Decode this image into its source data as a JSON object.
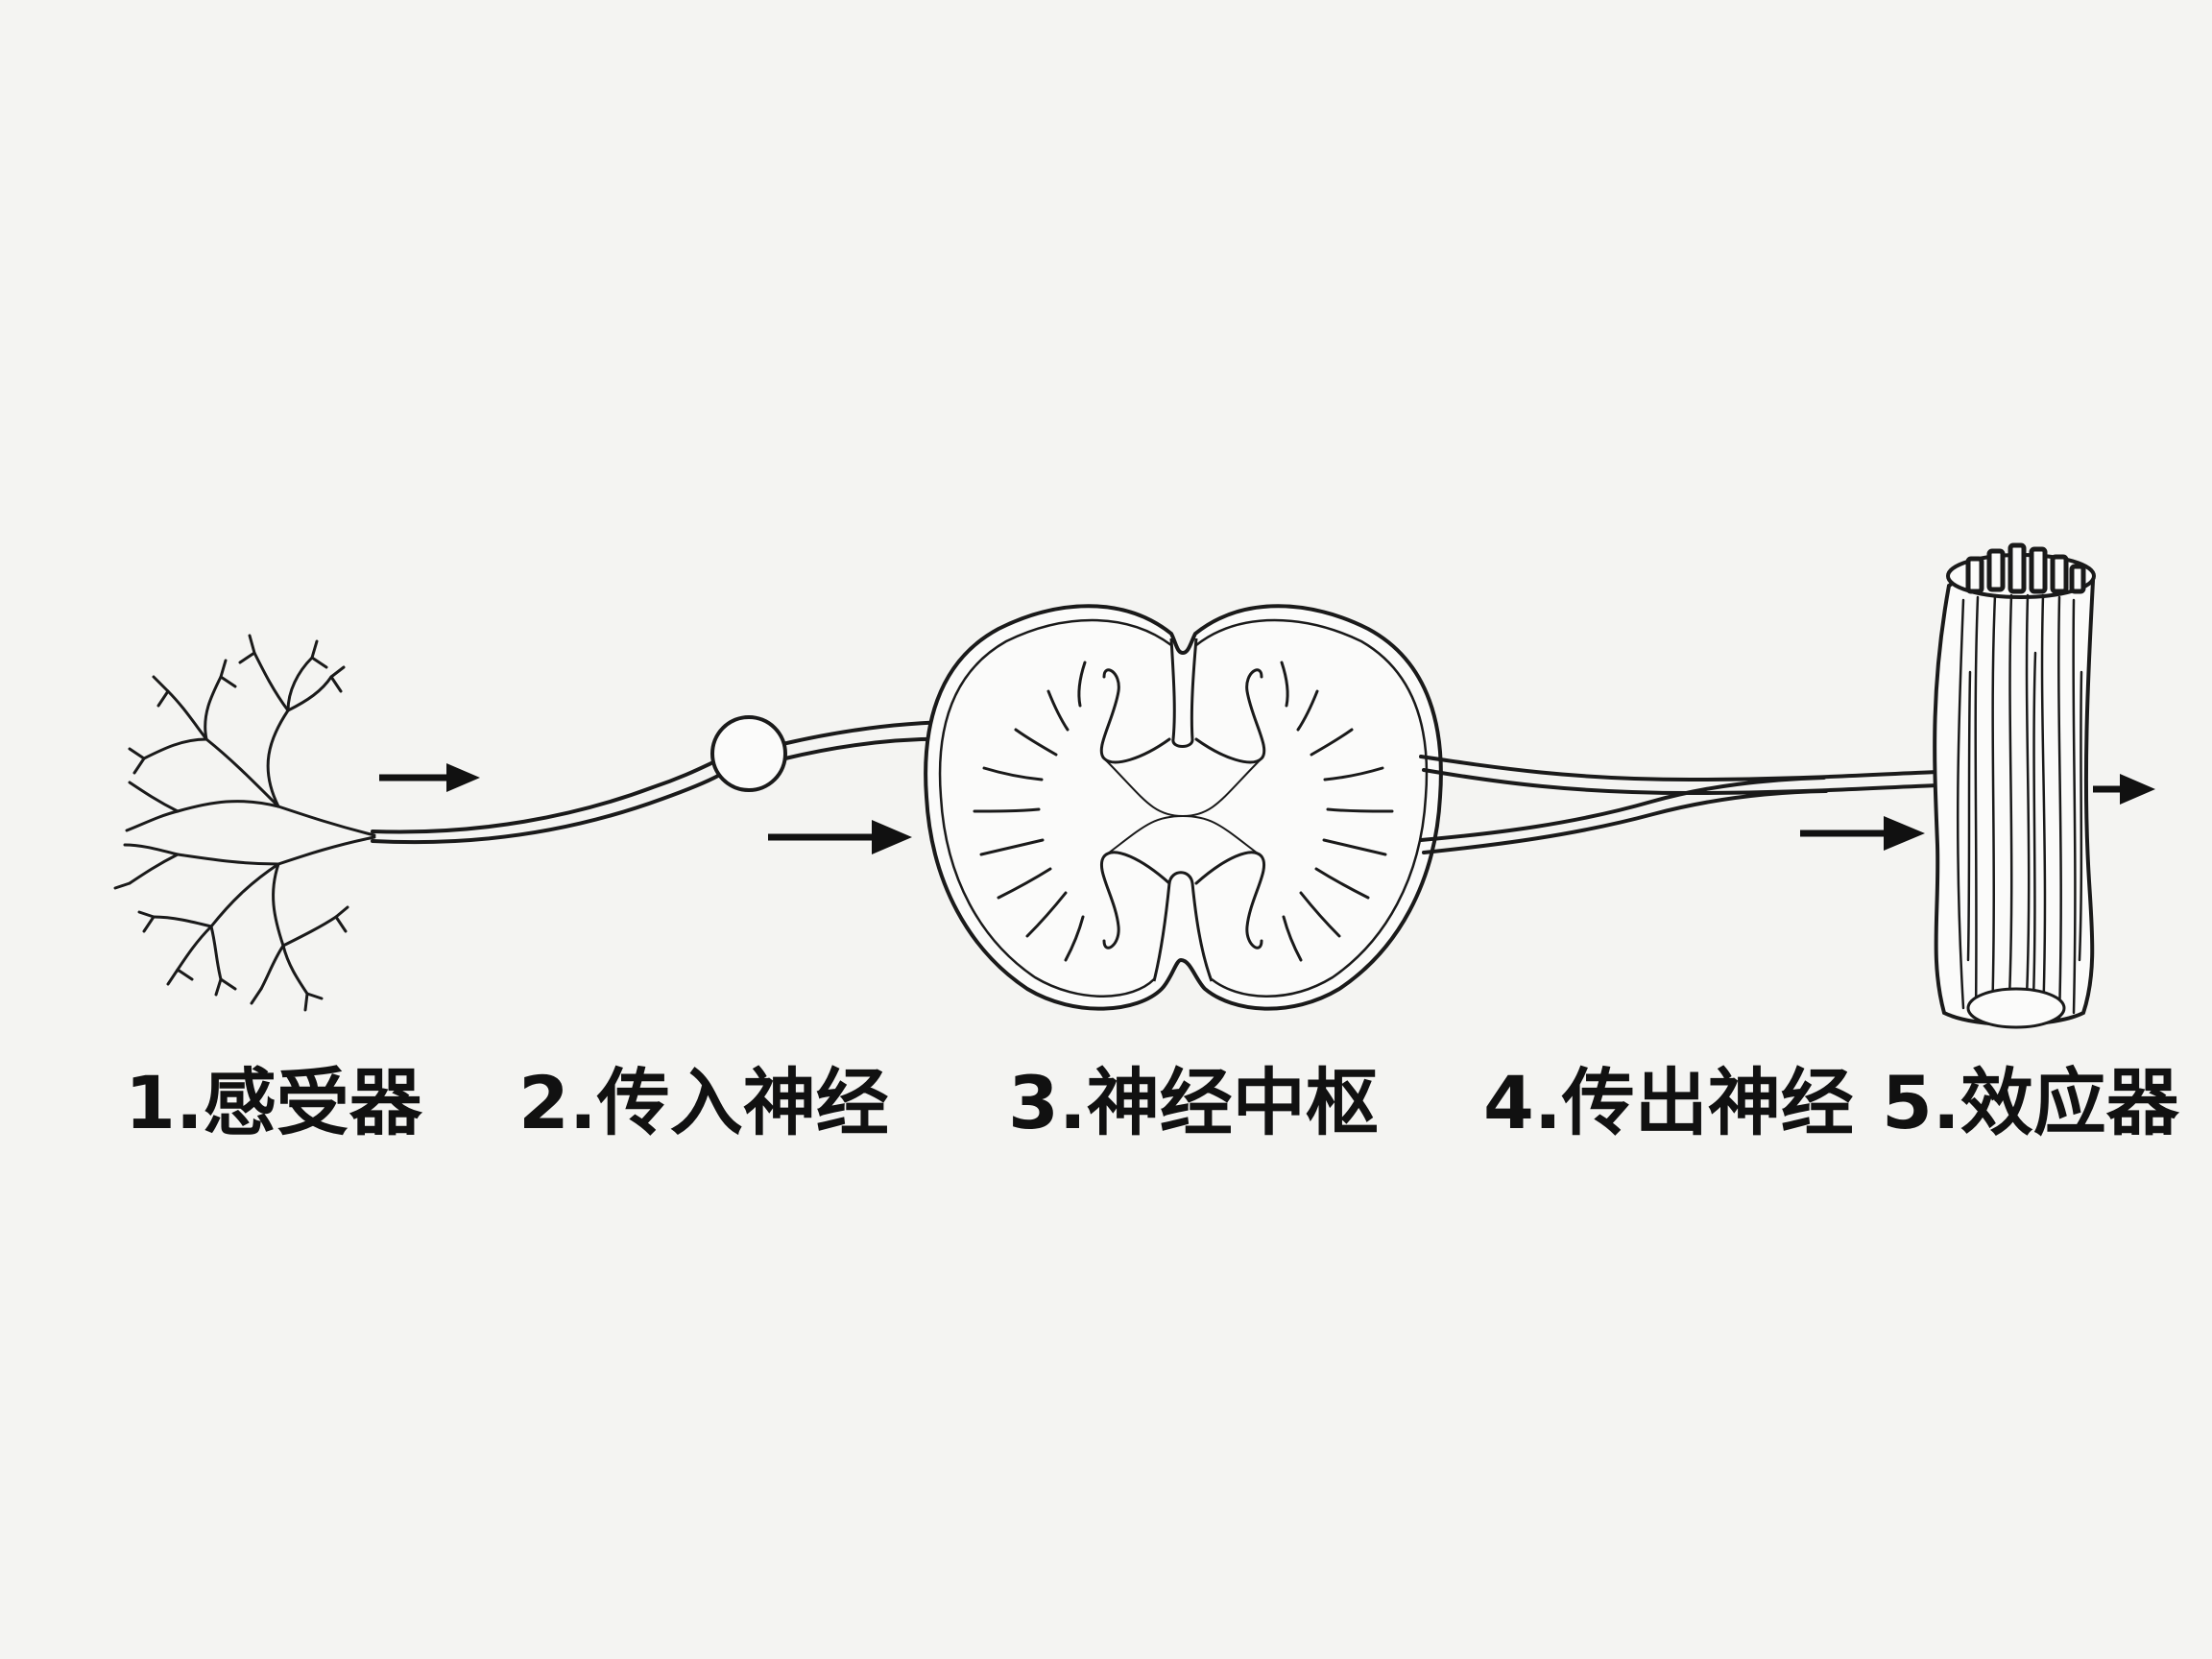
{
  "diagram": {
    "title": "",
    "stages": [
      {
        "id": "receptor",
        "label": "1.感受器"
      },
      {
        "id": "afferent",
        "label": "2.传入神经"
      },
      {
        "id": "center",
        "label": "3.神经中枢"
      },
      {
        "id": "efferent",
        "label": "4.传出神经"
      },
      {
        "id": "effector",
        "label": "5.效应器"
      }
    ],
    "flow_direction": "left-to-right",
    "colors": {
      "background": "#f4f4f2",
      "ink": "#1a1a1a",
      "fill": "#fbfbfa"
    }
  }
}
